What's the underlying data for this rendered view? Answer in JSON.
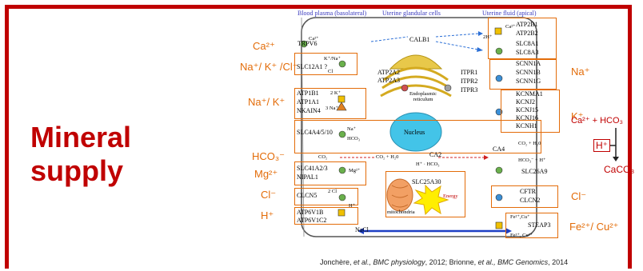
{
  "slide": {
    "title_line1": "Mineral",
    "title_line2": "supply",
    "citation_authors1": "Jonchère, ",
    "citation_etal1": "et al., BMC physiology",
    "citation_mid": ", 2012; Brionne, ",
    "citation_etal2": "et al., BMC Genomics",
    "citation_end": ", 2014"
  },
  "headers": {
    "basolateral": "Blood plasma (basolateral)",
    "cells": "Uterine glandular cells",
    "apical": "Uterine fluid (apical)"
  },
  "left_ions": [
    "Ca²⁺",
    "Na⁺/ K⁺ /Cl⁻",
    "Na⁺/ K⁺",
    "HCO₃⁻",
    "Mg²⁺",
    "Cl⁻",
    "H⁺"
  ],
  "right_ions": {
    "na": "Na⁺",
    "k": "K⁺",
    "cl": "Cl⁻",
    "fe_cu": "Fe²⁺/ Cu²⁺"
  },
  "reaction": {
    "reactants": "Ca²⁺ + HCO₃",
    "proton": "H⁺",
    "product": "CaCO₃"
  },
  "genes": {
    "trpv6": "TRPV6",
    "slc12a": "SLC12A1 ?",
    "atp1b1": "ATP1B1",
    "atp1a1": "ATP1A1",
    "nkain4": "NKAIN4",
    "slc4a4": "SLC4A4/5/10",
    "slc41a2": "SLC41A2/3",
    "nipal1": "NIPAL1",
    "clcn5": "CLCN5",
    "atp6v1b": "ATP6V1B",
    "atp6v1c2": "ATP6V1C2",
    "calb1": "CALB1",
    "atp2a2": "ATP2A2",
    "atp2a3": "ATP2A3",
    "itpr1": "ITPR1",
    "itpr2": "ITPR2",
    "itpr3": "ITPR3",
    "er": "Endoplasmic reticulum",
    "nucleus": "Nucleus",
    "ca2": "CA2",
    "slc25a30": "SLC25A30",
    "mito": "mitochondria",
    "energy": "Energy",
    "atp2b1": "ATP2B1",
    "atp2b2": "ATP2B2",
    "slc8a1": "SLC8A1",
    "slc8a3": "SLC8A3",
    "scnn1a": "SCNN1A",
    "scnn1b": "SCNN1B",
    "scnn1g": "SCNN1G",
    "kcnma1": "KCNMA1",
    "kcnj2": "KCNJ2",
    "kcnj15": "KCNJ15",
    "kcnj16": "KCNJ16",
    "kcnh1": "KCNH1",
    "ca4": "CA4",
    "slc26a9": "SLC26A9",
    "cftr": "CFTR",
    "clcn2": "CLCN2",
    "steap3": "STEAP3",
    "nacl": "NaCl"
  },
  "small_labels": {
    "ca_in": "Ca²⁺",
    "k_na": "K⁺/Na⁺",
    "cl": "Cl",
    "k2": "2 K⁺",
    "na3": "3 Na⁺",
    "na": "Na⁺",
    "hco3": "HCO₃",
    "mg": "Mg²⁺",
    "cl2": "2 Cl",
    "h": "H⁺",
    "co2": "CO₂",
    "co2_h2o": "CO₂ + H₂0",
    "h_hco3": "H⁺ · HCO₃",
    "two_h": "2H⁺",
    "ca_out": "Ca²⁺",
    "fe_cu_in": "Fe²⁺,Cu⁺",
    "fe_cu_out": "Fe³⁺, Cu²⁺",
    "co2_h2o_r": "CO₂ + H₂0",
    "hco3_h": "HCO₃⁻ + H⁺"
  },
  "colors": {
    "title_red": "#c00000",
    "ion_orange": "#e36c09",
    "box_orange": "#e36c09",
    "cell_blue": "#3b3bbf",
    "nucleus": "#43c4e8"
  }
}
